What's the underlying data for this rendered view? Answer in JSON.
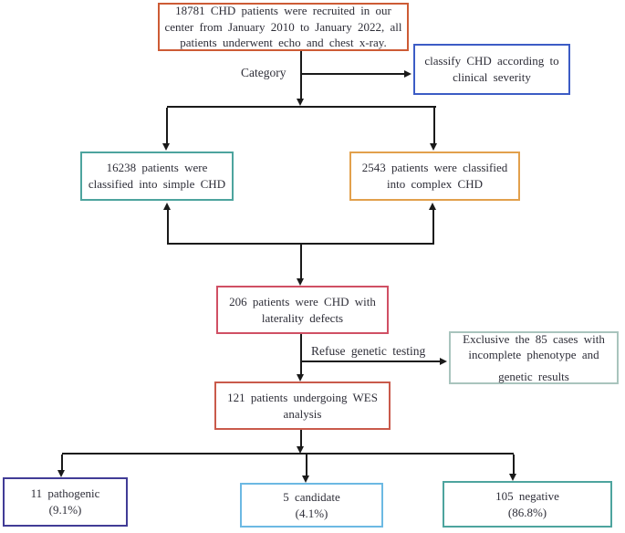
{
  "figure": {
    "background": "#ffffff",
    "line_color": "#1a1a1a",
    "text_color": "#2e2e38"
  },
  "labels": {
    "category": "Category",
    "refuse": "Refuse  genetic  testing"
  },
  "boxes": {
    "recruited": {
      "border": "#cd5b35",
      "lines": [
        "18781 CHD patients  were recruited  in  our",
        "center from  January  2010 to  January  2022, all",
        "patients  underwent  echo  and chest  x-ray."
      ]
    },
    "classify": {
      "border": "#3c5cc5",
      "lines": [
        "classify  CHD  according  to",
        "clinical  severity"
      ]
    },
    "simple": {
      "border": "#4da49e",
      "lines": [
        "16238 patients  were",
        "classified  into  simple  CHD"
      ]
    },
    "complex": {
      "border": "#e2a04c",
      "lines": [
        "2543 patients  were  classified",
        "into  complex  CHD"
      ]
    },
    "laterality": {
      "border": "#d05064",
      "lines": [
        "206 patients  were  CHD  with",
        "laterality  defects"
      ]
    },
    "exclusive": {
      "border": "#a9c4bd",
      "lines": [
        "Exclusive  the  85 cases  with",
        "incomplete  phenotype  and",
        "genetic  results"
      ]
    },
    "wes": {
      "border": "#c95a4b",
      "lines": [
        "121 patients  undergoing  WES",
        "analysis"
      ]
    },
    "pathogenic": {
      "border": "#413c96",
      "lines": [
        "11 pathogenic",
        "(9.1%)"
      ]
    },
    "candidate": {
      "border": "#6cb9e3",
      "lines": [
        "5 candidate",
        "(4.1%)"
      ]
    },
    "negative": {
      "border": "#4da49e",
      "lines": [
        "105 negative",
        "(86.8%)"
      ]
    }
  }
}
